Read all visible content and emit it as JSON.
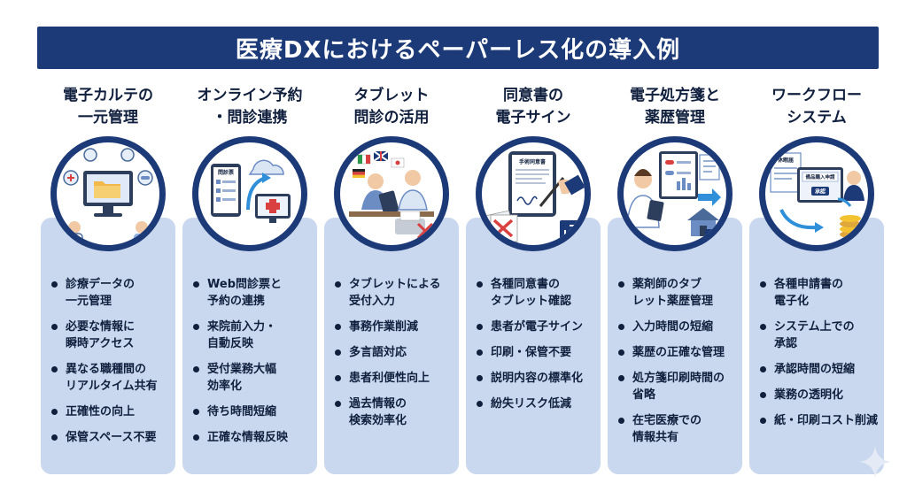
{
  "title": "医療DXにおけるペーパーレス化の導入例",
  "columns": [
    {
      "title": [
        "電子カルテの",
        "一元管理"
      ],
      "bullets": [
        [
          "診療データの",
          "一元管理"
        ],
        [
          "必要な情報に",
          "瞬時アクセス"
        ],
        [
          "異なる職種間の",
          "リアルタイム共有"
        ],
        [
          "正確性の向上"
        ],
        [
          "保管スペース不要"
        ]
      ]
    },
    {
      "title": [
        "オンライン予約",
        "・問診連携"
      ],
      "bullets": [
        [
          "Web問診票と",
          "予約の連携"
        ],
        [
          "来院前入力・",
          "自動反映"
        ],
        [
          "受付業務大幅",
          "効率化"
        ],
        [
          "待ち時間短縮"
        ],
        [
          "正確な情報反映"
        ]
      ],
      "image_text": [
        "問診票"
      ]
    },
    {
      "title": [
        "タブレット",
        "問診の活用"
      ],
      "bullets": [
        [
          "タブレットによる",
          "受付入力"
        ],
        [
          "事務作業削減"
        ],
        [
          "多言語対応"
        ],
        [
          "患者利便性向上"
        ],
        [
          "過去情報の",
          "検索効率化"
        ]
      ]
    },
    {
      "title": [
        "同意書の",
        "電子サイン"
      ],
      "bullets": [
        [
          "各種同意書の",
          "タブレット確認"
        ],
        [
          "患者が電子サイン"
        ],
        [
          "印刷・保管不要"
        ],
        [
          "説明内容の標準化"
        ],
        [
          "紛失リスク低減"
        ]
      ],
      "image_text": [
        "手術同意書"
      ]
    },
    {
      "title": [
        "電子処方箋と",
        "薬歴管理"
      ],
      "bullets": [
        [
          "薬剤師のタブ",
          "レット薬歴管理"
        ],
        [
          "入力時間の短縮"
        ],
        [
          "薬歴の正確な管理"
        ],
        [
          "処方箋印刷時間の",
          "省略"
        ],
        [
          "在宅医療での",
          "情報共有"
        ]
      ]
    },
    {
      "title": [
        "ワークフロー",
        "システム"
      ],
      "bullets": [
        [
          "各種申請書の",
          "電子化"
        ],
        [
          "システム上での",
          "承認"
        ],
        [
          "承認時間の短縮"
        ],
        [
          "業務の透明化"
        ],
        [
          "紙・印刷コスト削減"
        ]
      ],
      "image_text": [
        "休暇届",
        "備品購入申請",
        "承認"
      ]
    }
  ],
  "colors": {
    "navy": "#1d3a78",
    "panel": "#c9d8ee",
    "text": "#0f1f3d",
    "accent_red": "#d94040"
  },
  "icons": [
    "medical-record-icon",
    "online-booking-icon",
    "tablet-interview-icon",
    "e-signature-icon",
    "e-prescription-icon",
    "workflow-icon",
    "sparkle-icon"
  ]
}
